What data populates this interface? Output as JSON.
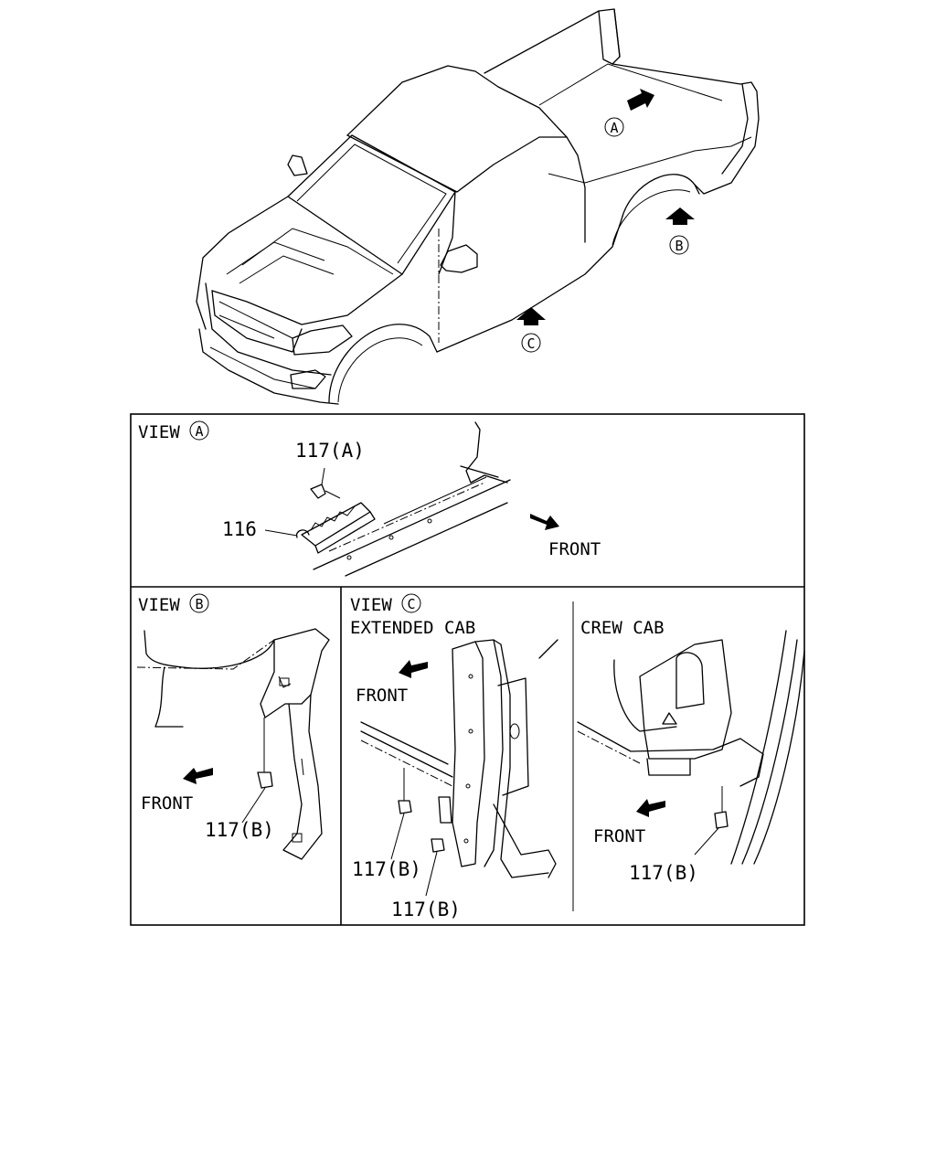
{
  "callouts": {
    "a": "A",
    "b": "B",
    "c": "C"
  },
  "view_a": {
    "title_prefix": "VIEW",
    "title_letter": "A",
    "part_117a": "117(A)",
    "part_116": "116",
    "front": "FRONT"
  },
  "view_b": {
    "title_prefix": "VIEW",
    "title_letter": "B",
    "front": "FRONT",
    "part_117b": "117(B)"
  },
  "view_c": {
    "title_prefix": "VIEW",
    "title_letter": "C",
    "extended_cab": {
      "label": "EXTENDED CAB",
      "front": "FRONT",
      "part_117b_1": "117(B)",
      "part_117b_2": "117(B)"
    },
    "crew_cab": {
      "label": "CREW CAB",
      "front": "FRONT",
      "part_117b": "117(B)"
    }
  }
}
